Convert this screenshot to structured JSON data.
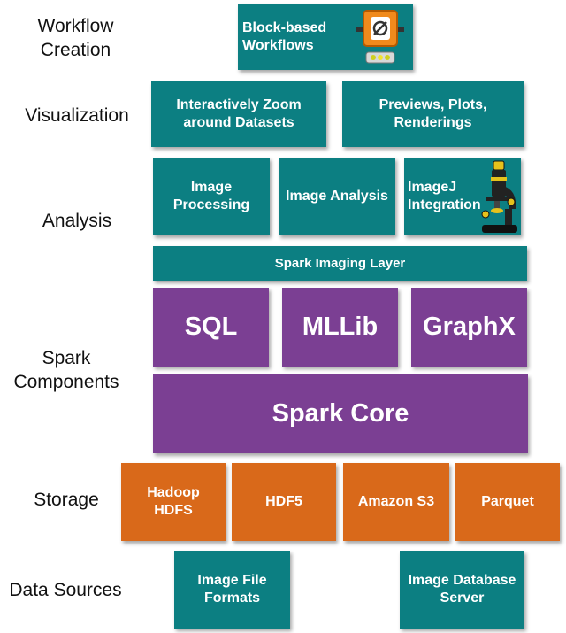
{
  "layers": {
    "workflow_creation": "Workflow\nCreation",
    "visualization": "Visualization",
    "analysis": "Analysis",
    "spark_components": "Spark\nComponents",
    "storage": "Storage",
    "data_sources": "Data Sources"
  },
  "workflow": {
    "block_based": "Block-based\nWorkflows"
  },
  "visualization": {
    "zoom": "Interactively Zoom\naround Datasets",
    "previews": "Previews, Plots,\nRenderings"
  },
  "analysis": {
    "image_processing": "Image\nProcessing",
    "image_analysis": "Image Analysis",
    "imagej": "ImageJ\nIntegration"
  },
  "spark": {
    "imaging_layer": "Spark Imaging Layer",
    "sql": "SQL",
    "mllib": "MLLib",
    "graphx": "GraphX",
    "core": "Spark Core"
  },
  "storage": {
    "hdfs": "Hadoop\nHDFS",
    "hdf5": "HDF5",
    "s3": "Amazon S3",
    "parquet": "Parquet"
  },
  "sources": {
    "image_files": "Image File\nFormats",
    "image_db": "Image Database\nServer"
  },
  "colors": {
    "teal": "#0c7f82",
    "purple": "#7b3f93",
    "orange": "#d9691a"
  },
  "icons": {
    "workflow": "knime-node-icon",
    "imagej": "microscope-icon"
  }
}
